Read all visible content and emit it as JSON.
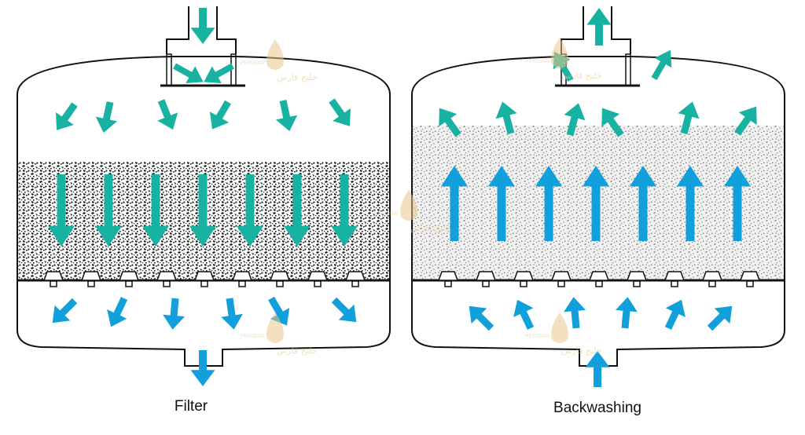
{
  "filter": {
    "caption": "Filter",
    "media_color": "#222222"
  },
  "backwashing": {
    "caption": "Backwashing",
    "media_color": "#666666"
  },
  "colors": {
    "tank_outline": "#111111",
    "arrow_teal": "#18b2a2",
    "arrow_blue": "#12a0dc",
    "background": "#ffffff",
    "watermark_gold": "#e9c78a"
  },
  "watermark": {
    "lines": [
      "PERSIAN GULF",
      "خلیج فارس"
    ]
  }
}
